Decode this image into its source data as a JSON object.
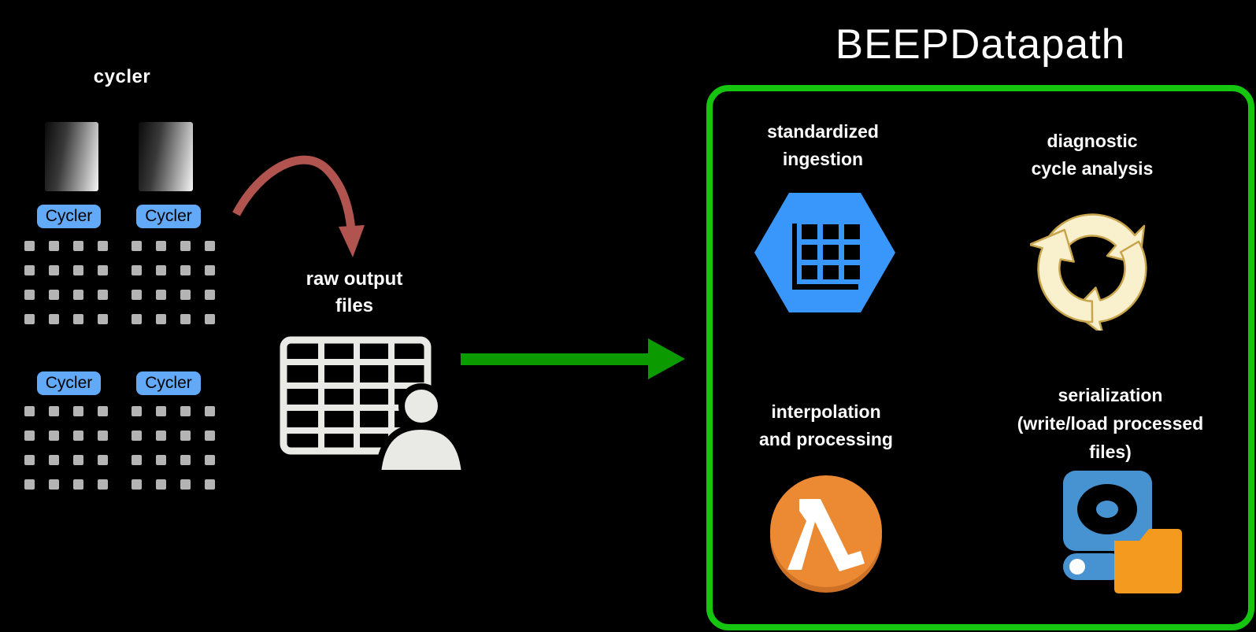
{
  "cycler_section": {
    "title": "cycler",
    "machines": [
      {
        "label": "Cycler"
      },
      {
        "label": "Cycler"
      },
      {
        "label": "Cycler"
      },
      {
        "label": "Cycler"
      }
    ]
  },
  "raw_output": {
    "line1": "raw output",
    "line2": "files"
  },
  "beep": {
    "title": "BEEPDatapath",
    "quadrants": [
      {
        "id": "standardized-ingestion",
        "line1": "standardized",
        "line2": "ingestion",
        "icon": "hexagon-table-icon"
      },
      {
        "id": "diagnostic-cycle-analysis",
        "line1": "diagnostic",
        "line2": "cycle analysis",
        "icon": "recycle-arrows-icon"
      },
      {
        "id": "interpolation-and-processing",
        "line1": "interpolation",
        "line2": "and processing",
        "icon": "lambda-icon"
      },
      {
        "id": "serialization",
        "line1": "serialization",
        "line2": "(write/load processed",
        "line3": "files)",
        "icon": "disk-folder-icon"
      }
    ]
  },
  "icons": [
    "red-curved-arrow-icon",
    "spreadsheet-person-icon",
    "green-flow-arrow-icon",
    "hexagon-table-icon",
    "recycle-arrows-icon",
    "lambda-icon",
    "disk-folder-icon"
  ],
  "colors": {
    "background": "#000000",
    "text_white": "#FCFCFC",
    "cycler_button_blue": "#62A9F7",
    "sample_square_gray": "#B4B4B4",
    "red_arrow": "#B1534F",
    "table_person_gray": "#E9E9E6",
    "green_arrow": "#0B9B00",
    "beep_border_green": "#15C50F",
    "hexagon_blue": "#3996FA",
    "recycle_cream": "#F9F0CE",
    "recycle_outline_gold": "#C8A44C",
    "lambda_orange": "#EC8A33",
    "lambda_orange_dark": "#CC7125",
    "hdd_blue": "#4793D1",
    "folder_orange": "#F49A1F"
  }
}
